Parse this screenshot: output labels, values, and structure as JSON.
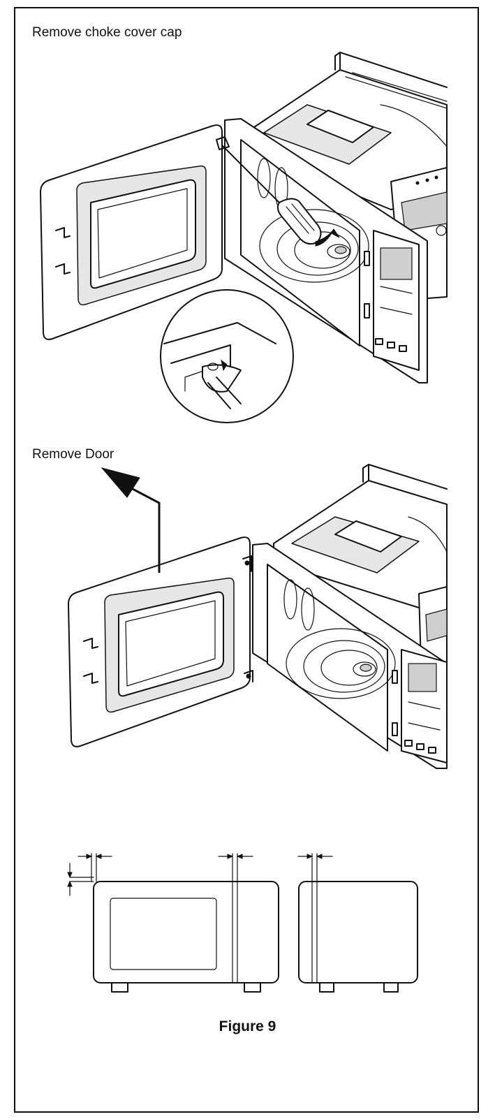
{
  "steps": [
    {
      "title": "Remove choke cover cap"
    },
    {
      "title": "Remove Door"
    }
  ],
  "figure": {
    "caption": "Figure 9"
  }
}
